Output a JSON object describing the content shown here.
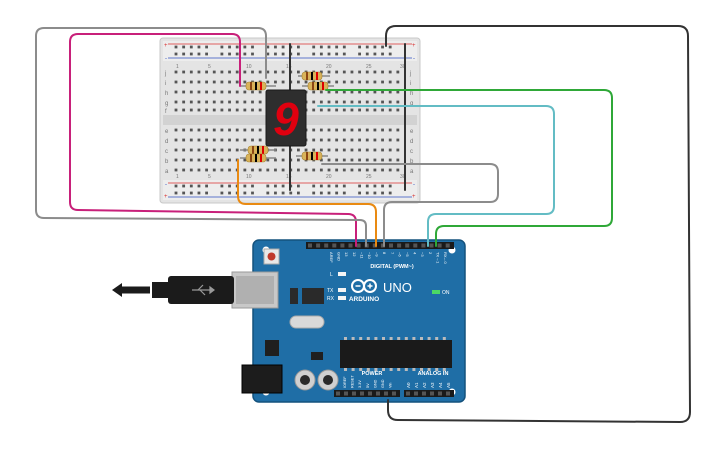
{
  "breadboard": {
    "row_labels_top": [
      "j",
      "i",
      "h",
      "g",
      "f"
    ],
    "row_labels_bottom": [
      "e",
      "d",
      "c",
      "b",
      "a"
    ],
    "col_1": "1",
    "col_5": "5",
    "col_10": "10",
    "col_15": "15",
    "col_20": "20",
    "col_25": "25",
    "col_30": "30",
    "plus": "+",
    "minus": "-"
  },
  "seven_segment": {
    "digit": "9",
    "color": "#e0000f"
  },
  "arduino": {
    "brand": "ARDUINO",
    "model": "UNO",
    "digital_label": "DIGITAL (PWM~)",
    "power_label": "POWER",
    "analog_label": "ANALOG IN",
    "on_label": "ON",
    "led_l": "L",
    "led_tx": "TX",
    "led_rx": "RX",
    "top_pins": [
      "AREF",
      "GND",
      "13",
      "12",
      "~11",
      "~10",
      "~9",
      "8",
      "7",
      "~6",
      "~5",
      "4",
      "~3",
      "2",
      "TX→1",
      "RX←0"
    ],
    "power_pins": [
      "IOREF",
      "RESET",
      "3.3V",
      "5V",
      "GND",
      "GND",
      "Vin"
    ],
    "analog_pins": [
      "A0",
      "A1",
      "A2",
      "A3",
      "A4",
      "A5"
    ],
    "board_color": "#1f6ea6"
  },
  "wire_colors": {
    "magenta": "#c8207a",
    "gray": "#8c8c8c",
    "dark": "#333333",
    "green": "#2fa838",
    "teal": "#63bcc4",
    "orange": "#e98a12"
  }
}
